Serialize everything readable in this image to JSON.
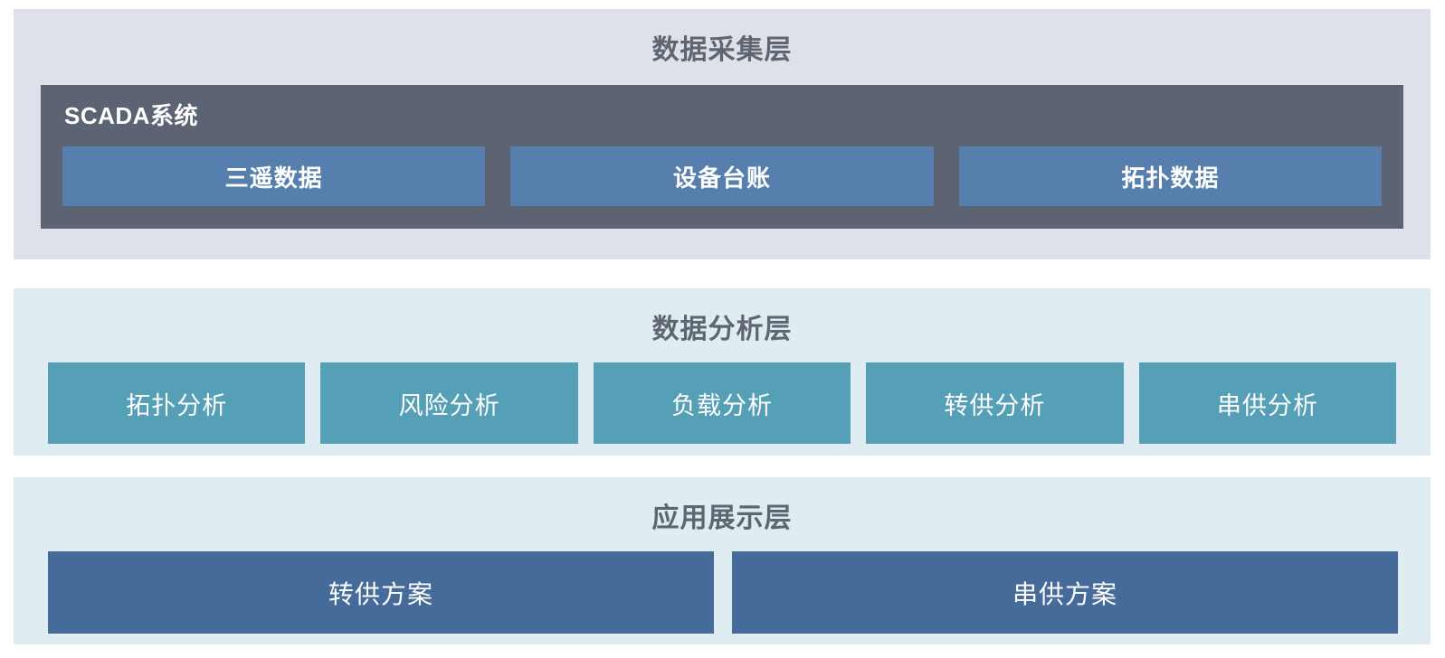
{
  "colors": {
    "page_bg": "#ffffff",
    "layer1_bg": "#dee1ea",
    "layer2_bg": "#dfecf2",
    "layer3_bg": "#dfecf2",
    "scada_box_bg": "#5c6473",
    "collection_button_bg": "#567fae",
    "analysis_button_bg": "#55a0b6",
    "application_button_bg": "#456b9b",
    "title_text": "#5e6670",
    "button_text": "#ffffff"
  },
  "layers": {
    "collection": {
      "title": "数据采集层",
      "scada": {
        "title": "SCADA系统",
        "items": [
          {
            "label": "三遥数据"
          },
          {
            "label": "设备台账"
          },
          {
            "label": "拓扑数据"
          }
        ]
      }
    },
    "analysis": {
      "title": "数据分析层",
      "items": [
        {
          "label": "拓扑分析"
        },
        {
          "label": "风险分析"
        },
        {
          "label": "负载分析"
        },
        {
          "label": "转供分析"
        },
        {
          "label": "串供分析"
        }
      ]
    },
    "application": {
      "title": "应用展示层",
      "items": [
        {
          "label": "转供方案"
        },
        {
          "label": "串供方案"
        }
      ]
    }
  }
}
